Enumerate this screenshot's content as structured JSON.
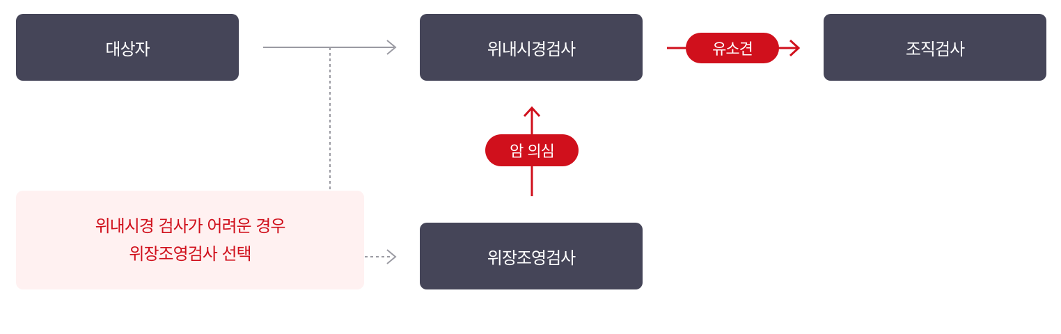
{
  "nodes": {
    "target": "대상자",
    "endoscopy": "위내시경검사",
    "biopsy": "조직검사",
    "ugi": "위장조영검사"
  },
  "note": {
    "line1": "위내시경 검사가 어려운 경우",
    "line2": "위장조영검사 선택"
  },
  "edge_labels": {
    "finding": "유소견",
    "suspect": "암 의심"
  },
  "colors": {
    "node_bg": "#454558",
    "accent": "#d0101c",
    "note_bg": "#fff1f1",
    "connector": "#9a9aa2"
  }
}
